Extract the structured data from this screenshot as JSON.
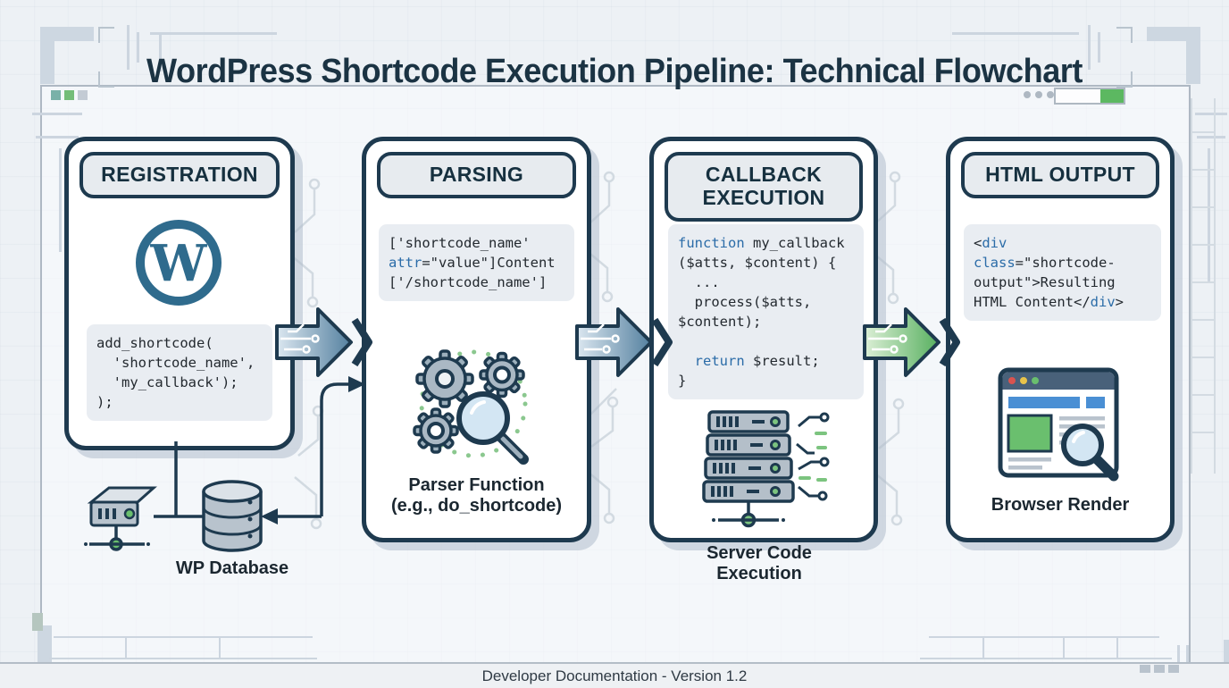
{
  "title": "WordPress Shortcode Execution Pipeline: Technical Flowchart",
  "footer": {
    "text": "Developer Documentation - Version 1.2"
  },
  "labels": {
    "wp_database": "WP Database"
  },
  "stages": [
    {
      "title": "REGISTRATION",
      "icon": "wordpress-logo",
      "code": [
        [
          [
            "p",
            "add_shortcode("
          ]
        ],
        [
          [
            "p",
            "  'shortcode_name',"
          ]
        ],
        [
          [
            "p",
            "  'my_callback');"
          ]
        ],
        [
          [
            "p",
            ");"
          ]
        ]
      ]
    },
    {
      "title": "PARSING",
      "icon": "gears-magnifier",
      "code": [
        [
          [
            "p",
            "['shortcode_name'"
          ]
        ],
        [
          [
            "k",
            "attr"
          ],
          [
            "p",
            "=\"value\"]Content"
          ]
        ],
        [
          [
            "p",
            "['/shortcode_name']"
          ]
        ]
      ],
      "caption": [
        "Parser Function",
        "(e.g., do_shortcode)"
      ]
    },
    {
      "title": "CALLBACK EXECUTION",
      "icon": "server-rack",
      "code": [
        [
          [
            "k",
            "function"
          ],
          [
            "p",
            " my_callback"
          ]
        ],
        [
          [
            "p",
            "($atts, $content) {"
          ]
        ],
        [
          [
            "p",
            "  ..."
          ]
        ],
        [
          [
            "p",
            "  process($atts,"
          ]
        ],
        [
          [
            "p",
            "$content);"
          ]
        ],
        [
          [
            "p",
            ""
          ]
        ],
        [
          [
            "p",
            "  "
          ],
          [
            "k",
            "return"
          ],
          [
            "p",
            " $result;"
          ]
        ],
        [
          [
            "p",
            "}"
          ]
        ]
      ],
      "caption_below": [
        "Server Code",
        "Execution"
      ]
    },
    {
      "title": "HTML OUTPUT",
      "icon": "browser-window",
      "code": [
        [
          [
            "p",
            "<"
          ],
          [
            "k",
            "div"
          ]
        ],
        [
          [
            "k",
            "class"
          ],
          [
            "p",
            "=\"shortcode-"
          ]
        ],
        [
          [
            "p",
            "output\">Resulting"
          ]
        ],
        [
          [
            "p",
            "HTML Content</"
          ],
          [
            "k",
            "div"
          ],
          [
            "p",
            ">"
          ]
        ]
      ],
      "caption": [
        "Browser Render"
      ]
    }
  ],
  "colors": {
    "navy_outline": "#1e3a4f",
    "keyword_blue": "#2b6ca8",
    "arrow_blue_deep": "#54809f",
    "arrow_blue_light": "#dbe7f0",
    "arrow_green_deep": "#58b060",
    "arrow_green_light": "#dcefd6",
    "accent_green": "#6abf6e",
    "wordpress_blue": "#2f6b8d",
    "code_background": "#e9edf2"
  }
}
